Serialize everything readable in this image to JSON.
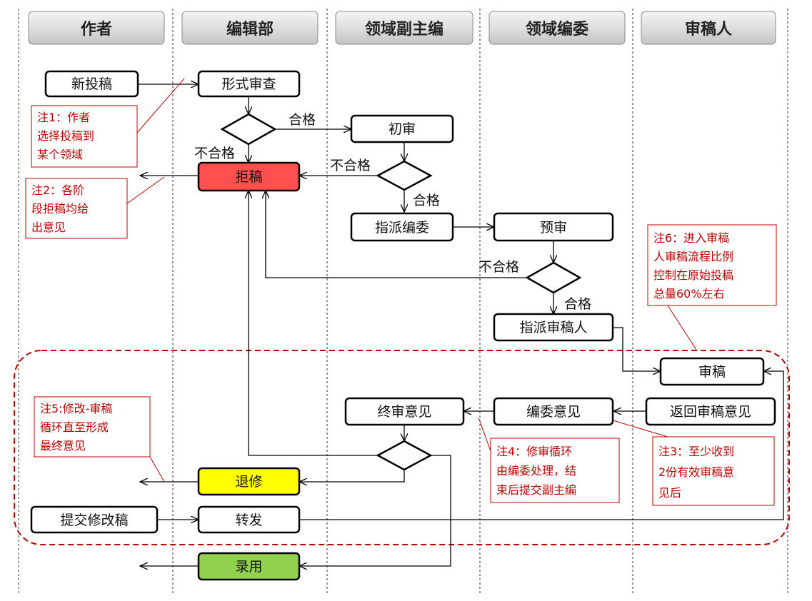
{
  "lanes": [
    "作者",
    "编辑部",
    "领域副主编",
    "领域编委",
    "审稿人"
  ],
  "boxes": {
    "new_submission": "新投稿",
    "format_review": "形式审查",
    "initial_review": "初审",
    "reject": "拒稿",
    "assign_editor": "指派编委",
    "pre_review": "预审",
    "assign_reviewer": "指派审稿人",
    "review": "审稿",
    "return_review": "返回审稿意见",
    "editor_opinion": "编委意见",
    "final_opinion": "终审意见",
    "revise": "退修",
    "submit_revision": "提交修改稿",
    "forward": "转发",
    "accept": "录用"
  },
  "labels": {
    "pass": "合格",
    "fail": "不合格"
  },
  "notes": {
    "n1": [
      "注1：作者",
      "选择投稿到",
      "某个领域"
    ],
    "n2": [
      "注2：各阶",
      "段拒稿均给",
      "出意见"
    ],
    "n3": [
      "注3：至少收到",
      "2份有效审稿意",
      "见后"
    ],
    "n4": [
      "注4：修审循环",
      "由编委处理，结",
      "束后提交副主编"
    ],
    "n5": [
      "注5:修改-审稿",
      "循环直至形成",
      "最终意见"
    ],
    "n6": [
      "注6：进入审稿",
      "人审稿流程比例",
      "控制在原始投稿",
      "总量60%左右"
    ]
  },
  "colors": {
    "reject": "#ff5050",
    "revise": "#ffff00",
    "accept": "#92d050",
    "note": "#c00000"
  }
}
